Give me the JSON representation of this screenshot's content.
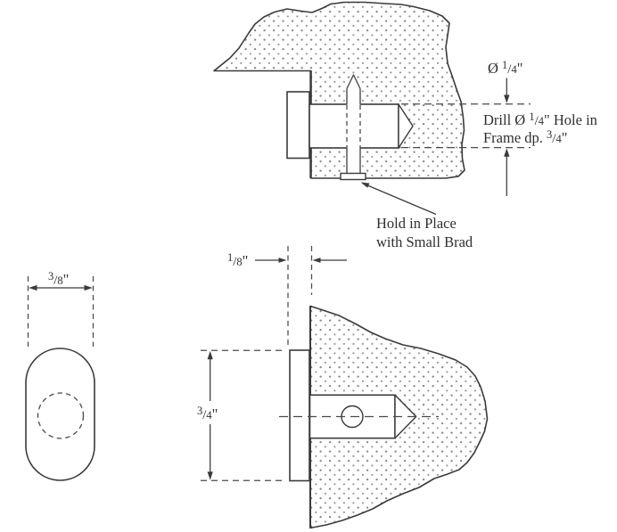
{
  "colors": {
    "line": "#3a3a3a",
    "thin_line": "#4a4a4a",
    "text": "#2f2f2f",
    "stipple_dot": "#858585",
    "background": "#ffffff"
  },
  "section_view": {
    "dia_label": {
      "prefix": "Ø ",
      "num": "1",
      "den": "4",
      "suffix": "\""
    },
    "drill_note_line1": {
      "prefix": "Drill Ø ",
      "num": "1",
      "den": "4",
      "suffix": "\" Hole in"
    },
    "drill_note_line2": {
      "prefix": "Frame dp. ",
      "num": "3",
      "den": "4",
      "suffix": "\""
    },
    "brad_note_line1": "Hold in Place",
    "brad_note_line2": "with Small Brad"
  },
  "front_view": {
    "offset_dim": {
      "prefix": "",
      "num": "1",
      "den": "8",
      "suffix": "\""
    },
    "height_dim": {
      "prefix": "",
      "num": "3",
      "den": "4",
      "suffix": "\""
    }
  },
  "side_view": {
    "width_dim": {
      "prefix": "",
      "num": "3",
      "den": "8",
      "suffix": "\""
    }
  }
}
